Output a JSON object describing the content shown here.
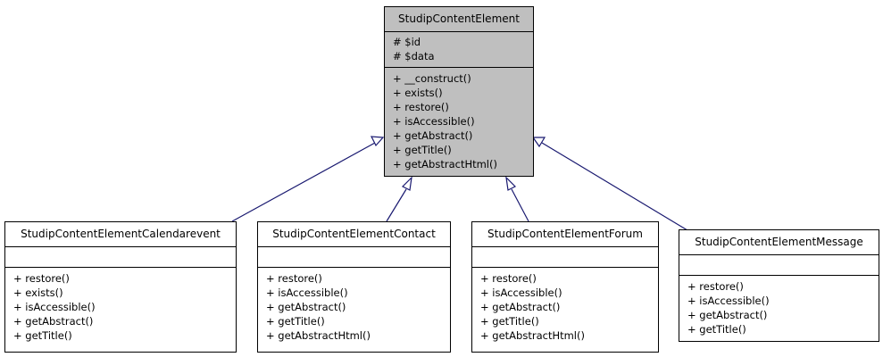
{
  "base": {
    "name": "StudipContentElement",
    "attributes": [
      "# $id",
      "# $data"
    ],
    "operations": [
      "+ __construct()",
      "+ exists()",
      "+ restore()",
      "+ isAccessible()",
      "+ getAbstract()",
      "+ getTitle()",
      "+ getAbstractHtml()"
    ]
  },
  "subclasses": [
    {
      "name": "StudipContentElementCalendarevent",
      "attributes": [],
      "operations": [
        "+ restore()",
        "+ exists()",
        "+ isAccessible()",
        "+ getAbstract()",
        "+ getTitle()"
      ]
    },
    {
      "name": "StudipContentElementContact",
      "attributes": [],
      "operations": [
        "+ restore()",
        "+ isAccessible()",
        "+ getAbstract()",
        "+ getTitle()",
        "+ getAbstractHtml()"
      ]
    },
    {
      "name": "StudipContentElementForum",
      "attributes": [],
      "operations": [
        "+ restore()",
        "+ isAccessible()",
        "+ getAbstract()",
        "+ getTitle()",
        "+ getAbstractHtml()"
      ]
    },
    {
      "name": "StudipContentElementMessage",
      "attributes": [],
      "operations": [
        "+ restore()",
        "+ isAccessible()",
        "+ getAbstract()",
        "+ getTitle()"
      ]
    }
  ],
  "colors": {
    "base_fill": "#bfbfbf",
    "edge": "#191970"
  }
}
